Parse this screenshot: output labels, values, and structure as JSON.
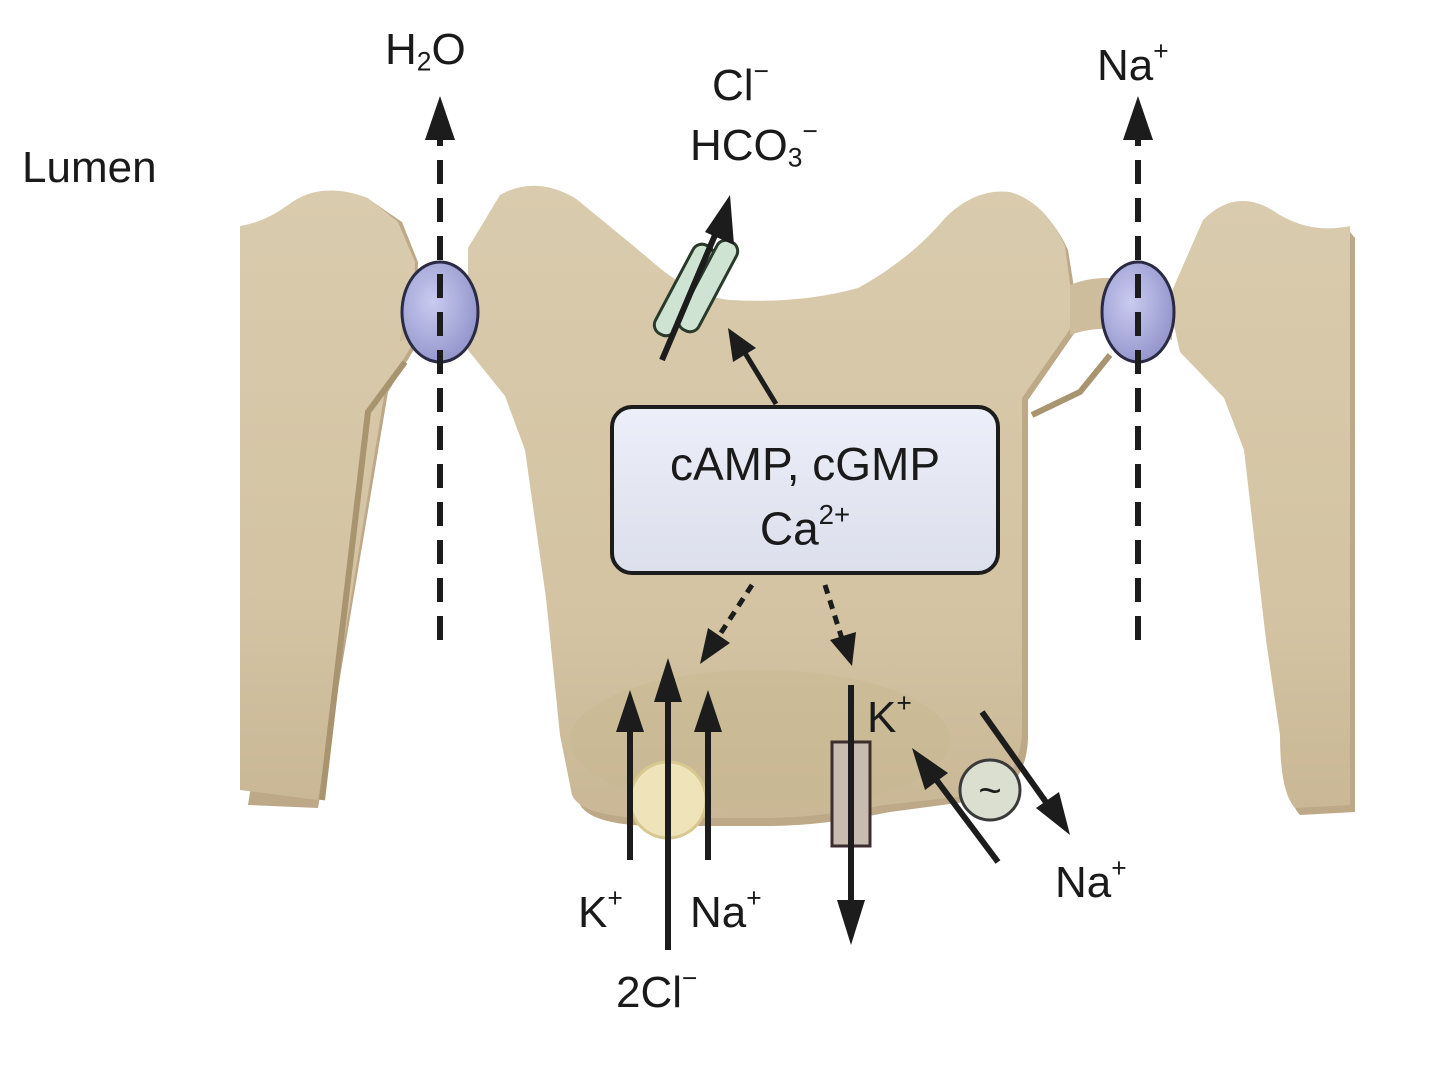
{
  "labels": {
    "lumen": "Lumen",
    "water": {
      "base": "H",
      "sub": "2",
      "tail": "O"
    },
    "chloride": {
      "base": "Cl",
      "sup": "−"
    },
    "bicarbonate": {
      "base": "HCO",
      "sub": "3",
      "sup": "−"
    },
    "sodium_top": {
      "base": "Na",
      "sup": "+"
    },
    "messenger_line1": "cAMP, cGMP",
    "messenger_line2": {
      "base": "Ca",
      "sup": "2+"
    },
    "potassium_cell": {
      "base": "K",
      "sup": "+"
    },
    "sodium_right": {
      "base": "Na",
      "sup": "+"
    },
    "potassium_bottom": {
      "base": "K",
      "sup": "+"
    },
    "sodium_bottom": {
      "base": "Na",
      "sup": "+"
    },
    "chloride_bottom": {
      "base": "2Cl",
      "sup": "−"
    },
    "pump_symbol": "~"
  },
  "colors": {
    "cell_fill": "#d6c7a8",
    "cell_shadow": "#b8a584",
    "tight_junction": "#a4a6d8",
    "messenger_box": "#e4e6f2",
    "stroke": "#1c1c1c"
  }
}
